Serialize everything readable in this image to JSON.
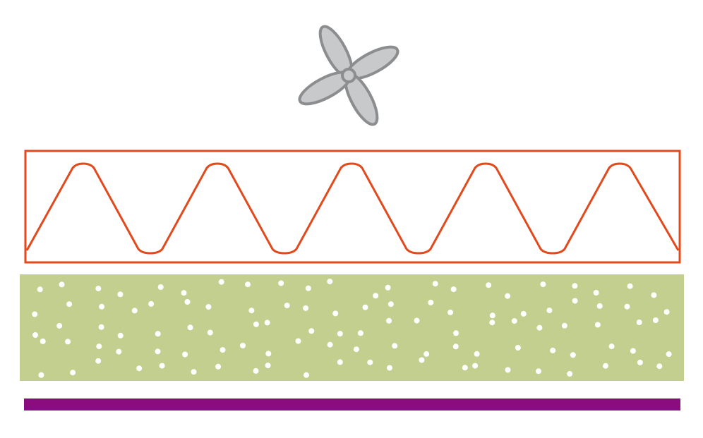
{
  "diagram": {
    "components": [
      {
        "id": "fan",
        "icon": "fan-icon",
        "fill": "#c8c9cb",
        "stroke": "#8c8d8f"
      },
      {
        "id": "heating-element",
        "icon": "zigzag-coil-icon",
        "stroke": "#e2491c",
        "coil_peaks": 5
      },
      {
        "id": "porous-layer",
        "fill": "#c2cf8e",
        "dot_color": "#ffffff"
      },
      {
        "id": "base-bar",
        "fill": "#8a0c7f"
      }
    ]
  }
}
